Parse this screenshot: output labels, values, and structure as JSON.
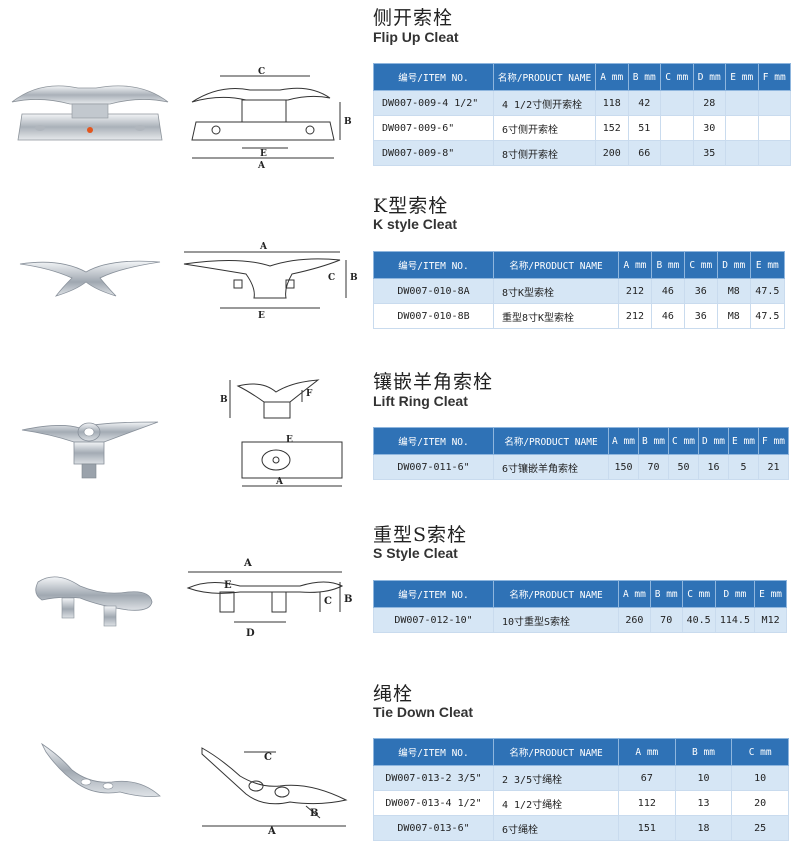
{
  "sections": [
    {
      "title_zh": "侧开索栓",
      "title_en": "Flip Up Cleat",
      "headers": [
        "编号/ITEM NO.",
        "名称/PRODUCT NAME",
        "A mm",
        "B mm",
        "C mm",
        "D mm",
        "E mm",
        "F mm"
      ],
      "rows": [
        [
          "DW007-009-4 1/2\"",
          "4 1/2寸侧开索栓",
          "118",
          "42",
          "",
          "28",
          "",
          ""
        ],
        [
          "DW007-009-6\"",
          "6寸侧开索栓",
          "152",
          "51",
          "",
          "30",
          "",
          ""
        ],
        [
          "DW007-009-8\"",
          "8寸侧开索栓",
          "200",
          "66",
          "",
          "35",
          "",
          ""
        ]
      ],
      "drawing_letters": [
        "C",
        "A",
        "E",
        "B"
      ]
    },
    {
      "title_zh": "K型索栓",
      "title_en": "K style Cleat",
      "headers": [
        "编号/ITEM NO.",
        "名称/PRODUCT NAME",
        "A mm",
        "B mm",
        "C mm",
        "D mm",
        "E mm"
      ],
      "rows": [
        [
          "DW007-010-8A",
          "8寸K型索栓",
          "212",
          "46",
          "36",
          "M8",
          "47.5"
        ],
        [
          "DW007-010-8B",
          "重型8寸K型索栓",
          "212",
          "46",
          "36",
          "M8",
          "47.5"
        ]
      ],
      "drawing_letters": [
        "A",
        "B",
        "C",
        "E"
      ]
    },
    {
      "title_zh": "镶嵌羊角索栓",
      "title_en": "Lift Ring Cleat",
      "headers": [
        "编号/ITEM NO.",
        "名称/PRODUCT NAME",
        "A mm",
        "B mm",
        "C mm",
        "D mm",
        "E mm",
        "F mm"
      ],
      "rows": [
        [
          "DW007-011-6\"",
          "6寸镶嵌羊角索栓",
          "150",
          "70",
          "50",
          "16",
          "5",
          "21"
        ]
      ],
      "drawing_letters": [
        "B",
        "F",
        "E",
        "A"
      ]
    },
    {
      "title_zh": "重型S索栓",
      "title_en": "S Style Cleat",
      "headers": [
        "编号/ITEM NO.",
        "名称/PRODUCT NAME",
        "A mm",
        "B mm",
        "C mm",
        "D mm",
        "E mm"
      ],
      "rows": [
        [
          "DW007-012-10\"",
          "10寸重型S索栓",
          "260",
          "70",
          "40.5",
          "114.5",
          "M12"
        ]
      ],
      "drawing_letters": [
        "A",
        "E",
        "D",
        "C",
        "B"
      ]
    },
    {
      "title_zh": "绳栓",
      "title_en": "Tie Down Cleat",
      "headers": [
        "编号/ITEM NO.",
        "名称/PRODUCT NAME",
        "A mm",
        "B mm",
        "C mm"
      ],
      "rows": [
        [
          "DW007-013-2 3/5\"",
          "2 3/5寸绳栓",
          "67",
          "10",
          "10"
        ],
        [
          "DW007-013-4 1/2\"",
          "4 1/2寸绳栓",
          "112",
          "13",
          "20"
        ],
        [
          "DW007-013-6\"",
          "6寸绳栓",
          "151",
          "18",
          "25"
        ]
      ],
      "drawing_letters": [
        "C",
        "B",
        "A"
      ]
    }
  ],
  "colors": {
    "header_bg": "#2f72b6",
    "row_alt": "#d6e6f5",
    "metal": "#c8cdd3"
  }
}
